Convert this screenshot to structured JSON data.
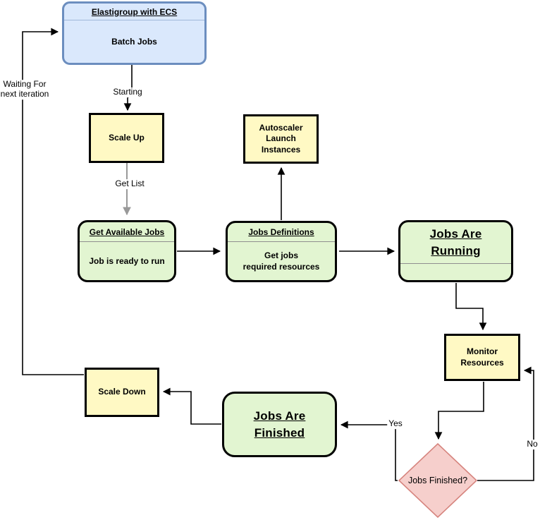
{
  "nodes": {
    "elastigroup": {
      "title": "Elastigroup with ECS",
      "body": "Batch Jobs"
    },
    "scale_up": {
      "label": "Scale Up"
    },
    "autoscaler": {
      "label": "Autoscaler\nLaunch\nInstances"
    },
    "get_available_jobs": {
      "title": "Get Available Jobs",
      "body": "Job is ready to run"
    },
    "jobs_definitions": {
      "title": "Jobs Definitions",
      "body": "Get jobs\nrequired resources"
    },
    "jobs_running": {
      "title": "Jobs Are \nRunning",
      "body": ""
    },
    "monitor_resources": {
      "label": "Monitor\nResources"
    },
    "decision": {
      "label": "Jobs Finished?"
    },
    "jobs_finished": {
      "label": "Jobs Are \nFinished"
    },
    "scale_down": {
      "label": "Scale Down"
    }
  },
  "edge_labels": {
    "starting": "Starting",
    "get_list": "Get List",
    "yes": "Yes",
    "no": "No",
    "waiting": "Waiting For\nnext iteration"
  },
  "colors": {
    "blue_fill": "#dae8fc",
    "blue_border": "#6c8ebf",
    "yellow_fill": "#fff9c4",
    "green_fill": "#e2f5d1",
    "diamond_fill": "#f6cfcc",
    "diamond_border": "#d6847e",
    "edge_black": "#000000",
    "edge_gray": "#999999"
  }
}
